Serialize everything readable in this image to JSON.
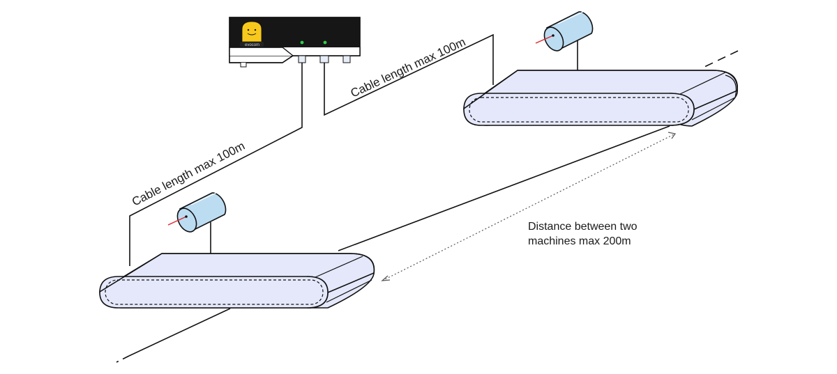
{
  "labels": {
    "cable_length_1": "Cable length max 100m",
    "cable_length_2": "Cable length max 100m",
    "distance_line1": "Distance between two",
    "distance_line2": "machines max 200m",
    "device_brand": "evocom"
  },
  "colors": {
    "conveyor_fill": "#e4e8fa",
    "sensor_fill": "#bcdcf2",
    "device_body": "#161616",
    "device_base": "#ffffff",
    "mascot": "#f8c91c",
    "led": "#2fcf4a",
    "laser": "#e0242a",
    "stroke": "#111111"
  }
}
